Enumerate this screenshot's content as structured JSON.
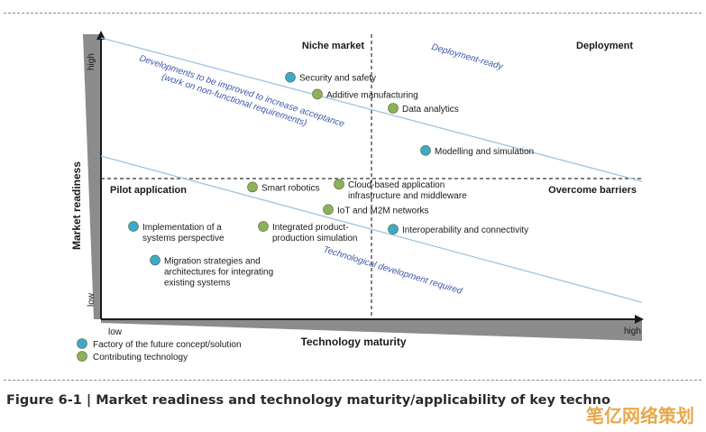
{
  "figure_caption": "Figure 6-1 | Market readiness and technology maturity/applicability of key techno",
  "watermark": "笔亿网络策划",
  "colors": {
    "concept": "#3fa9c9",
    "contributing": "#8fb05a",
    "trend_line": "#9cc5e3",
    "italic_label": "#3d5aa8",
    "axis": "#1a1a1a"
  },
  "chart_data": {
    "type": "scatter",
    "xlabel": "Technology maturity",
    "ylabel": "Market readiness",
    "x_ticks": {
      "low": "low",
      "high": "high"
    },
    "y_ticks": {
      "low": "low",
      "high": "high"
    },
    "xlim": [
      0,
      100
    ],
    "ylim": [
      0,
      100
    ],
    "quadrant_divider": {
      "x": 50,
      "y": 50
    },
    "quadrants": {
      "top_left": "Niche market",
      "top_right": "Deployment",
      "bottom_left": "Pilot application",
      "bottom_right": "Overcome barriers"
    },
    "legend": [
      {
        "label": "Factory of the future concept/solution",
        "category": "concept"
      },
      {
        "label": "Contributing technology",
        "category": "contributing"
      }
    ],
    "series": [
      {
        "name": "Factory of the future concept/solution",
        "category": "concept",
        "points": [
          {
            "x": 35,
            "y": 86,
            "label": [
              "Security and safety"
            ]
          },
          {
            "x": 60,
            "y": 60,
            "label": [
              "Modelling and simulation"
            ]
          },
          {
            "x": 54,
            "y": 32,
            "label": [
              "Interoperability and connectivity"
            ]
          },
          {
            "x": 6,
            "y": 33,
            "label": [
              "Implementation of a",
              "systems perspective"
            ]
          },
          {
            "x": 10,
            "y": 21,
            "label": [
              "Migration strategies and",
              "architectures for integrating",
              "existing systems"
            ]
          }
        ]
      },
      {
        "name": "Contributing technology",
        "category": "contributing",
        "points": [
          {
            "x": 40,
            "y": 80,
            "label": [
              "Additive manufacturing"
            ]
          },
          {
            "x": 54,
            "y": 75,
            "label": [
              "Data analytics"
            ]
          },
          {
            "x": 28,
            "y": 47,
            "label": [
              "Smart robotics"
            ]
          },
          {
            "x": 44,
            "y": 48,
            "label": [
              "Cloud-based application",
              "infrastructure and middleware"
            ]
          },
          {
            "x": 42,
            "y": 39,
            "label": [
              "IoT and M2M networks"
            ]
          },
          {
            "x": 30,
            "y": 33,
            "label": [
              "Integrated product-",
              "production simulation"
            ]
          }
        ]
      }
    ],
    "trend_lines": [
      {
        "from": [
          0,
          100
        ],
        "to": [
          100,
          49
        ]
      },
      {
        "from": [
          0,
          58
        ],
        "to": [
          100,
          6
        ]
      }
    ],
    "annotations": [
      {
        "text": [
          "Developments to be improved to increase acceptance",
          "(work on non-functional requirements)"
        ],
        "at": [
          7,
          92
        ],
        "angle_deg": 18
      },
      {
        "text": [
          "Deployment-ready"
        ],
        "at": [
          61,
          96
        ],
        "angle_deg": 16
      },
      {
        "text": [
          "Technological development required"
        ],
        "at": [
          41,
          24
        ],
        "angle_deg": 17
      }
    ]
  }
}
